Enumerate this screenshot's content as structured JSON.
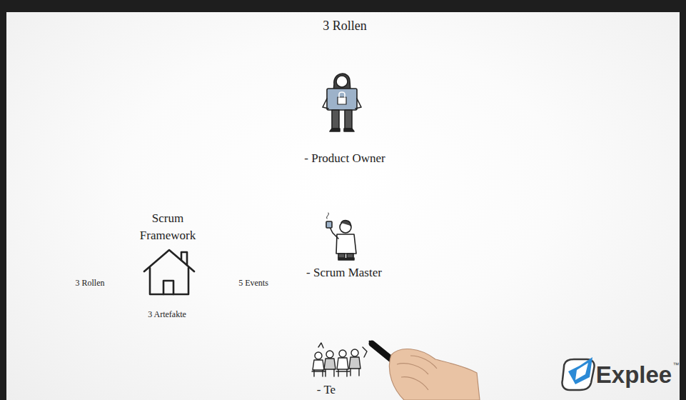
{
  "diagram": {
    "title": "3 Rollen",
    "nodes": [
      {
        "text": [
          "Scrum Framework"
        ]
      }
    ],
    "labels": [
      "3 Rollen",
      "5 Events",
      "3 Artefakte",
      "- Product Owner",
      "- Scrum Master",
      "- Te",
      "Explee",
      "™"
    ]
  }
}
